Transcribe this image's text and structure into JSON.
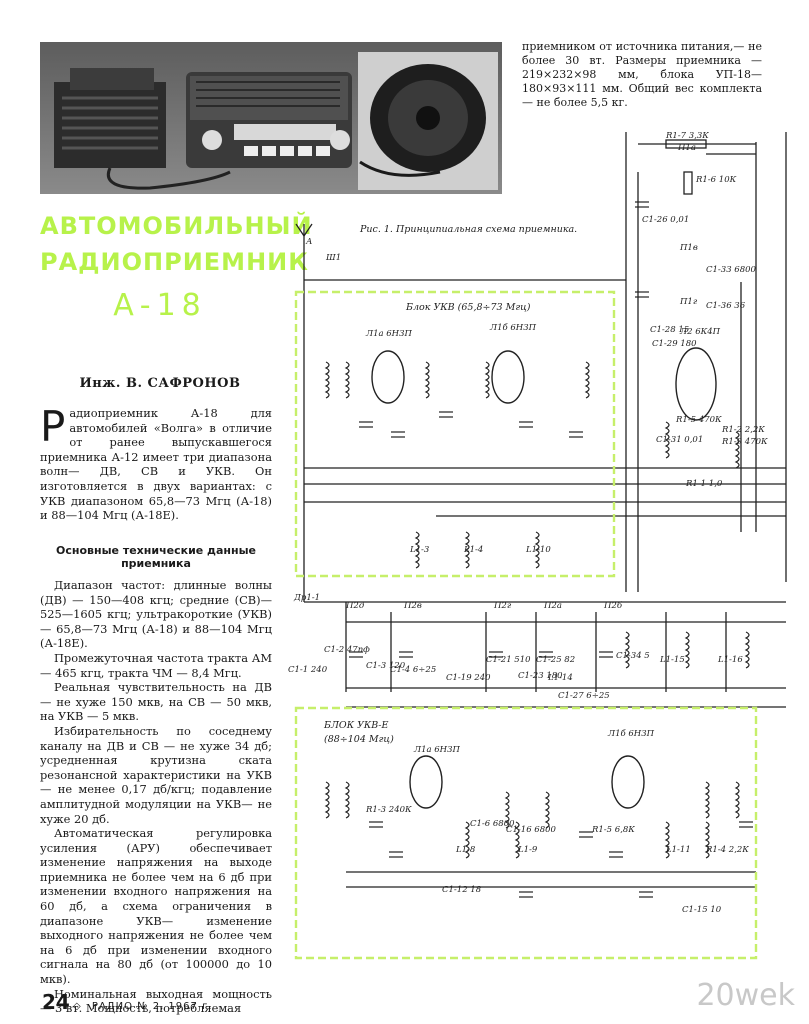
{
  "top_right_text": "приемником от источника питания,— не более 30 вт. Размеры приемника — 219×232×98 мм, блока УП-18—180×93×111 мм. Общий вес комплекта — не более 5,5 кг.",
  "title_line1": "АВТОМОБИЛЬНЫЙ",
  "title_line2": "РАДИОПРИЕМНИК",
  "title_model": "А-18",
  "author": "Инж. В. САФРОНОВ",
  "intro_dropcap": "Р",
  "intro_text": "адиоприемник А-18 для автомобилей «Волга» в отличие от ранее выпускавшегося приемника А-12 имеет три диапазона волн— ДВ, СВ и УКВ. Он изготовляется в двух вариантах: с УКВ диапазоном 65,8—73 Мгц (А-18) и 88—104 Мгц (А-18Е).",
  "specs_heading": "Основные технические данные приемника",
  "specs_paragraphs": [
    "Диапазон частот: длинные волны (ДВ) — 150—408 кгц; средние (СВ)— 525—1605 кгц; ультракороткие (УКВ) — 65,8—73 Мгц (А-18) и 88—104 Мгц (А-18Е).",
    "Промежуточная частота тракта АМ — 465 кгц, тракта ЧМ — 8,4 Мгц.",
    "Реальная чувствительность на ДВ — не хуже 150 мкв, на СВ — 50 мкв, на УКВ — 5 мкв.",
    "Избирательность по соседнему каналу на ДВ и СВ — не хуже 34 дб; усредненная крутизна ската резонансной характеристики на УКВ— не менее 0,17 дб/кгц; подавление амплитудной модуляции на УКВ— не хуже 20 дб.",
    "Автоматическая регулировка усиления (АРУ) обеспечивает изменение напряжения на выходе приемника не более чем на 6 дб при изменении входного напряжения на 60 дб, а схема ограничения в диапазоне УКВ— изменение выходного напряжения не более чем на 6 дб при изменении входного сигнала на 80 дб (от 100000 до 10 мкв).",
    "Номинальная выходная мощность— 3 вт. Мощность, потребляемая"
  ],
  "page_number": "24",
  "magazine": "РАДИО № 2, 1967 г.",
  "watermark": "20wek",
  "schematic": {
    "caption": "Рис. 1. Принципиальная схема приемника.",
    "block_ukv": "Блок УКВ (65,8÷73 Мгц)",
    "block_ukv_e": "БЛОК УКВ-Е",
    "block_ukv_e_range": "(88÷104 Мгц)",
    "tubes": [
      "Л1а 6Н3П",
      "Л1б 6Н3П",
      "Л2 6К4П",
      "Л1а 6Н3П",
      "Л1б 6Н3П"
    ],
    "labels": [
      "А",
      "Ш1",
      "П1а",
      "R1-7 3,3К",
      "R1-6 10К",
      "С1-26 0,01",
      "П1в",
      "С1-33 6800",
      "П1г",
      "С1-36 36",
      "С1-28 15",
      "С1-29 180",
      "Др1-1",
      "П2д",
      "П2в",
      "П2г",
      "П2а",
      "П2б",
      "С1-2 47пф",
      "С1-3 120",
      "С1-4 6÷25",
      "С1-1 240",
      "С1-19 240",
      "С1-21 510",
      "С1-23 180",
      "С1-25 82",
      "С1-27 6÷25",
      "С1-34 5",
      "L1-14",
      "L1-15",
      "L1-16",
      "L1-3",
      "L1-4",
      "L1-10",
      "L1-8",
      "L1-9",
      "L1-11",
      "R1-4 2,2К",
      "R1-5 470К",
      "С1-31 0,01",
      "R1-9 470К",
      "R1-1 1,0",
      "R1-2 2,2К",
      "R1-3 240К",
      "С1-6 6800",
      "С1-16 6800",
      "С1-12 18",
      "R1-5 6,8К",
      "С1-15 10"
    ]
  },
  "colors": {
    "title": "#b7f24a",
    "block_outline": "#c6ef6a",
    "watermark": "#c8c8c8"
  }
}
